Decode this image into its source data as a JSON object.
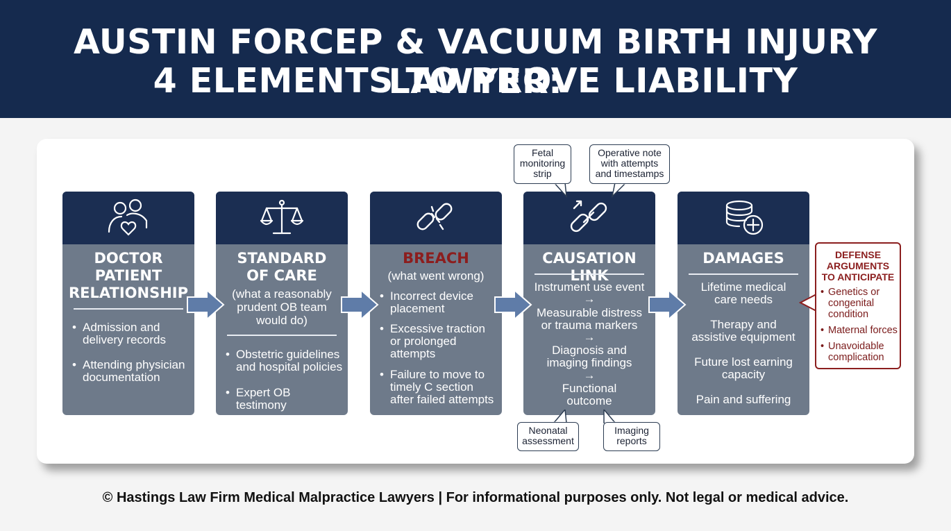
{
  "header": {
    "title_line1": "AUSTIN FORCEP & VACUUM BIRTH INJURY LAWYER:",
    "title_line2": "4 ELEMENTS TO PROVE LIABILITY"
  },
  "cards": [
    {
      "icon": "people-heart-icon",
      "title": [
        "DOCTOR",
        "PATIENT",
        "RELATIONSHIP"
      ],
      "bullets": [
        "Admission and\ndelivery records",
        "Attending physician\ndocumentation"
      ]
    },
    {
      "icon": "scales-of-justice-icon",
      "title": [
        "STANDARD",
        "OF CARE"
      ],
      "subtitle": "(what a reasonably\nprudent OB team\nwould do)",
      "bullets": [
        "Obstetric guidelines\nand hospital policies",
        "Expert OB testimony"
      ]
    },
    {
      "icon": "broken-chain-icon",
      "title": [
        "BREACH"
      ],
      "subtitle": "(what went wrong)",
      "bullets": [
        "Incorrect device\nplacement",
        "Excessive traction\nor prolonged\nattempts",
        "Failure to move to\ntimely C section\nafter failed attempts"
      ]
    },
    {
      "icon": "chain-link-icon",
      "title": [
        "CAUSATION LINK"
      ],
      "steps": [
        "Instrument use event",
        "→",
        "Measurable distress\nor trauma markers",
        "→",
        "Diagnosis and\nimaging findings",
        "→",
        "Functional\noutcome"
      ]
    },
    {
      "icon": "coins-plus-icon",
      "title": [
        "DAMAGES"
      ],
      "items": [
        "Lifetime medical\ncare needs",
        "Therapy and\nassistive equipment",
        "Future lost earning\ncapacity",
        "Pain and suffering"
      ]
    }
  ],
  "callouts": {
    "fetal_strip": "Fetal\nmonitoring\nstrip",
    "operative_note": "Operative note\nwith attempts\nand timestamps",
    "neonatal": "Neonatal\nassessment",
    "imaging": "Imaging\nreports"
  },
  "defense": {
    "title": "DEFENSE\nARGUMENTS\nTO ANTICIPATE",
    "items": [
      "Genetics or\ncongenital\ncondition",
      "Maternal forces",
      "Unavoidable\ncomplication"
    ]
  },
  "footer": "© Hastings Law Firm Medical Malpractice Lawyers | For informational purposes only. Not legal or medical advice.",
  "colors": {
    "header_bg": "#152a4e",
    "card_head": "#1b2e52",
    "card_body": "#6e7a8a",
    "breach_red": "#8c1d1d",
    "arrow_blue": "#5f7ca8",
    "defense_red": "#8b1e1e"
  }
}
